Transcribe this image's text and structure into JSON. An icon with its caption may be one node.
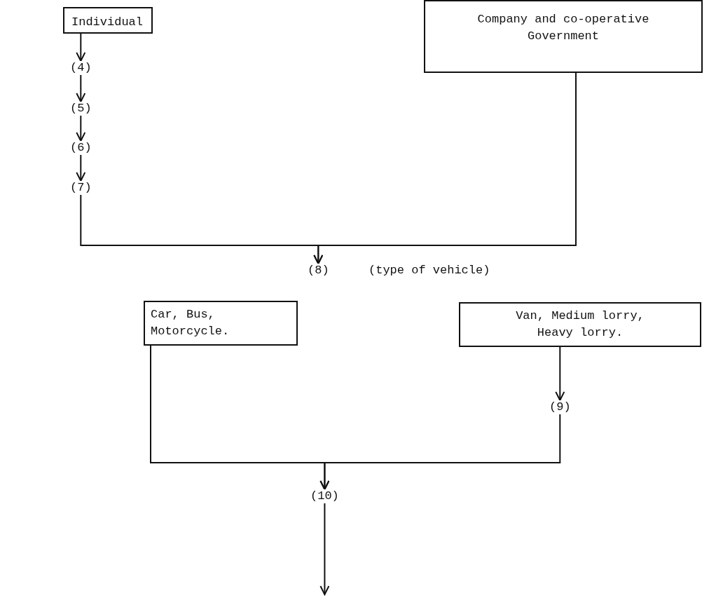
{
  "diagram": {
    "nodes": [
      {
        "text": [
          "Individual"
        ]
      },
      {
        "text": [
          "Company and co-operative Government"
        ]
      },
      {
        "text": [
          "(4)"
        ]
      },
      {
        "text": [
          "(5)"
        ]
      },
      {
        "text": [
          "(6)"
        ]
      },
      {
        "text": [
          "(7)"
        ]
      },
      {
        "text": [
          "(8)"
        ],
        "beside": [
          "(type of vehicle)"
        ]
      },
      {
        "text": [
          "Car, Bus, Motorcycle."
        ]
      },
      {
        "text": [
          "Van, Medium lorry, Heavy lorry."
        ]
      },
      {
        "text": [
          "(9)"
        ]
      },
      {
        "text": [
          "(10)"
        ]
      }
    ],
    "edges": [
      {
        "from": 0,
        "to": 2,
        "arrow": "to"
      },
      {
        "from": 2,
        "to": 3,
        "arrow": "to"
      },
      {
        "from": 3,
        "to": 4,
        "arrow": "to"
      },
      {
        "from": 4,
        "to": 5,
        "arrow": "to"
      },
      {
        "from": 5,
        "to": 6,
        "arrow": "to"
      },
      {
        "from": 1,
        "to": 6,
        "arrow": "to"
      },
      {
        "from": 7,
        "to": 10,
        "arrow": "to"
      },
      {
        "from": 8,
        "to": 9,
        "arrow": "to"
      },
      {
        "from": 9,
        "to": 10,
        "arrow": "to"
      },
      {
        "from": 10,
        "to": null,
        "arrow": "to"
      }
    ]
  }
}
